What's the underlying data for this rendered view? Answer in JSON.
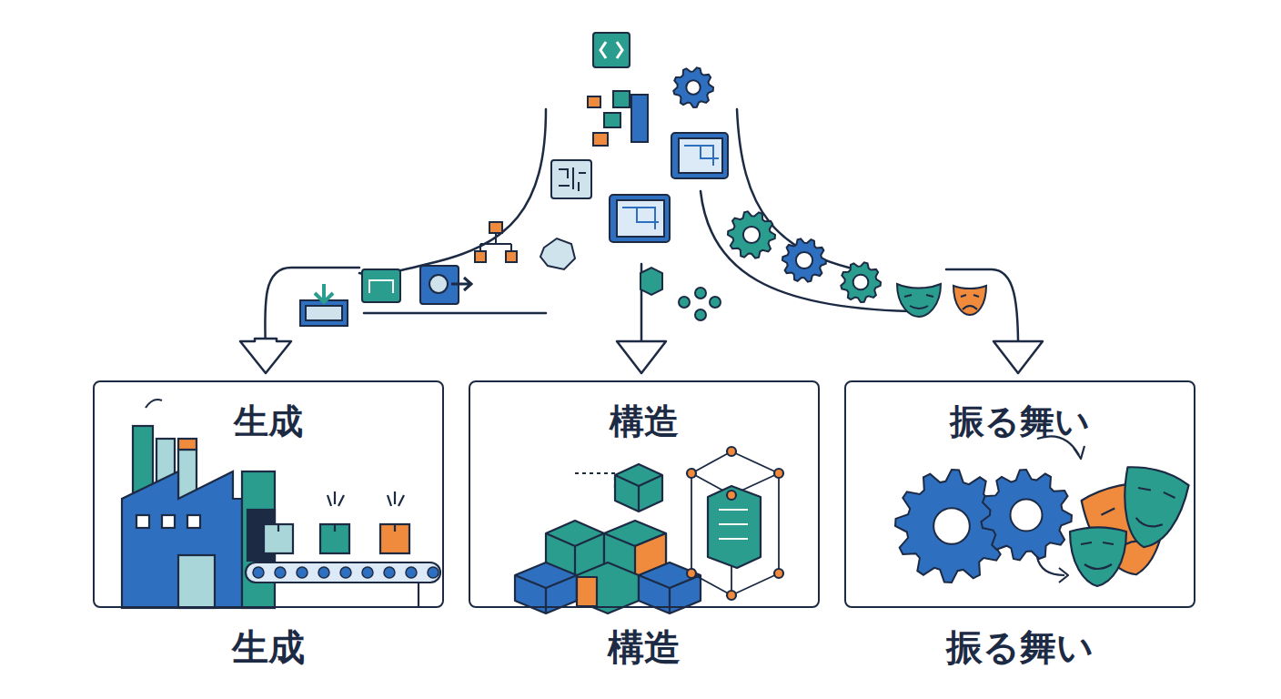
{
  "diagram": {
    "nodes": [
      {
        "text": [
          "生成",
          "生成"
        ]
      },
      {
        "text": [
          "構造",
          "構造"
        ]
      },
      {
        "text": [
          "振る舞い",
          "振る舞い"
        ]
      }
    ]
  }
}
